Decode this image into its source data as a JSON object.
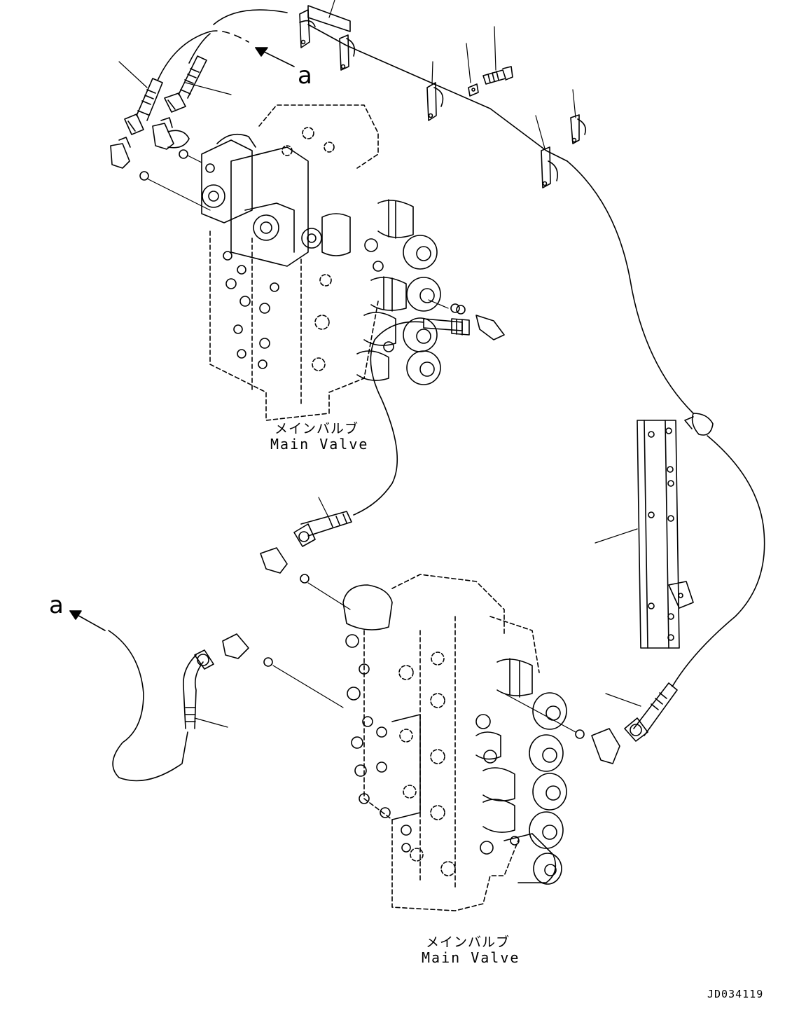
{
  "labels": {
    "main_valve_jp": "メインバルブ",
    "main_valve_en": "Main Valve",
    "connector_letter": "a",
    "drawing_code": "JD034119"
  }
}
